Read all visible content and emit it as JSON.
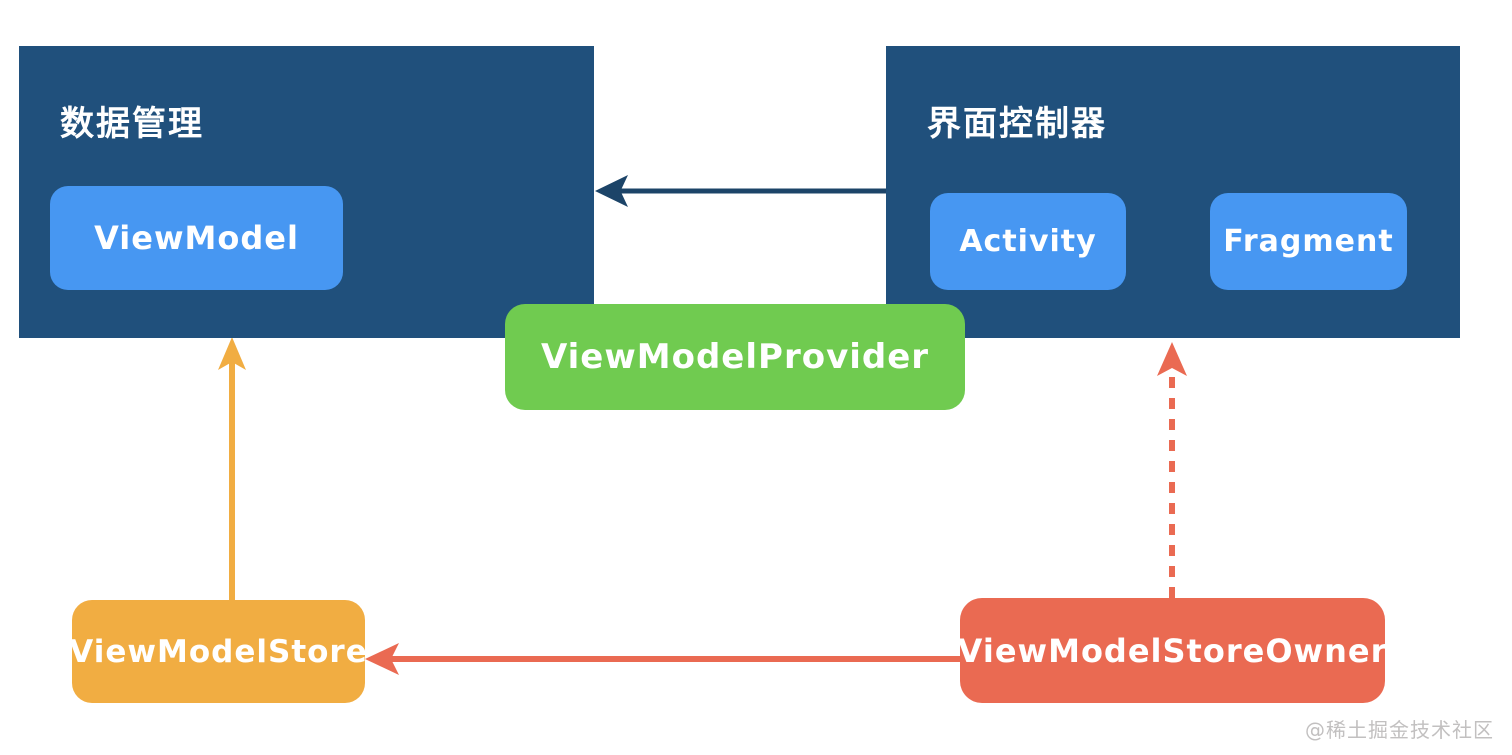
{
  "diagram": {
    "left_group": {
      "title": "数据管理",
      "node": "ViewModel"
    },
    "right_group": {
      "title": "界面控制器",
      "node_a": "Activity",
      "node_b": "Fragment"
    },
    "provider_label": "ViewModelProvider",
    "store_label": "ViewModelStore",
    "owner_label": "ViewModelStoreOwner",
    "watermark": "@稀土掘金技术社区",
    "edges": [
      {
        "from": "界面控制器",
        "to": "数据管理",
        "style": "solid",
        "color": "#1C4468"
      },
      {
        "from": "ViewModelStore",
        "to": "数据管理",
        "style": "solid",
        "color": "#F1AD42"
      },
      {
        "from": "ViewModelStoreOwner",
        "to": "界面控制器",
        "style": "dashed",
        "color": "#EA6A52"
      },
      {
        "from": "ViewModelStoreOwner",
        "to": "ViewModelStore",
        "style": "solid",
        "color": "#EA6A52"
      }
    ],
    "colors": {
      "navy": "#20507C",
      "navy_arrow": "#1C4468",
      "blue": "#4797F2",
      "green": "#70CB50",
      "orange": "#F1AD42",
      "coral": "#EA6A52",
      "watermark": "#C2C0C0"
    }
  }
}
